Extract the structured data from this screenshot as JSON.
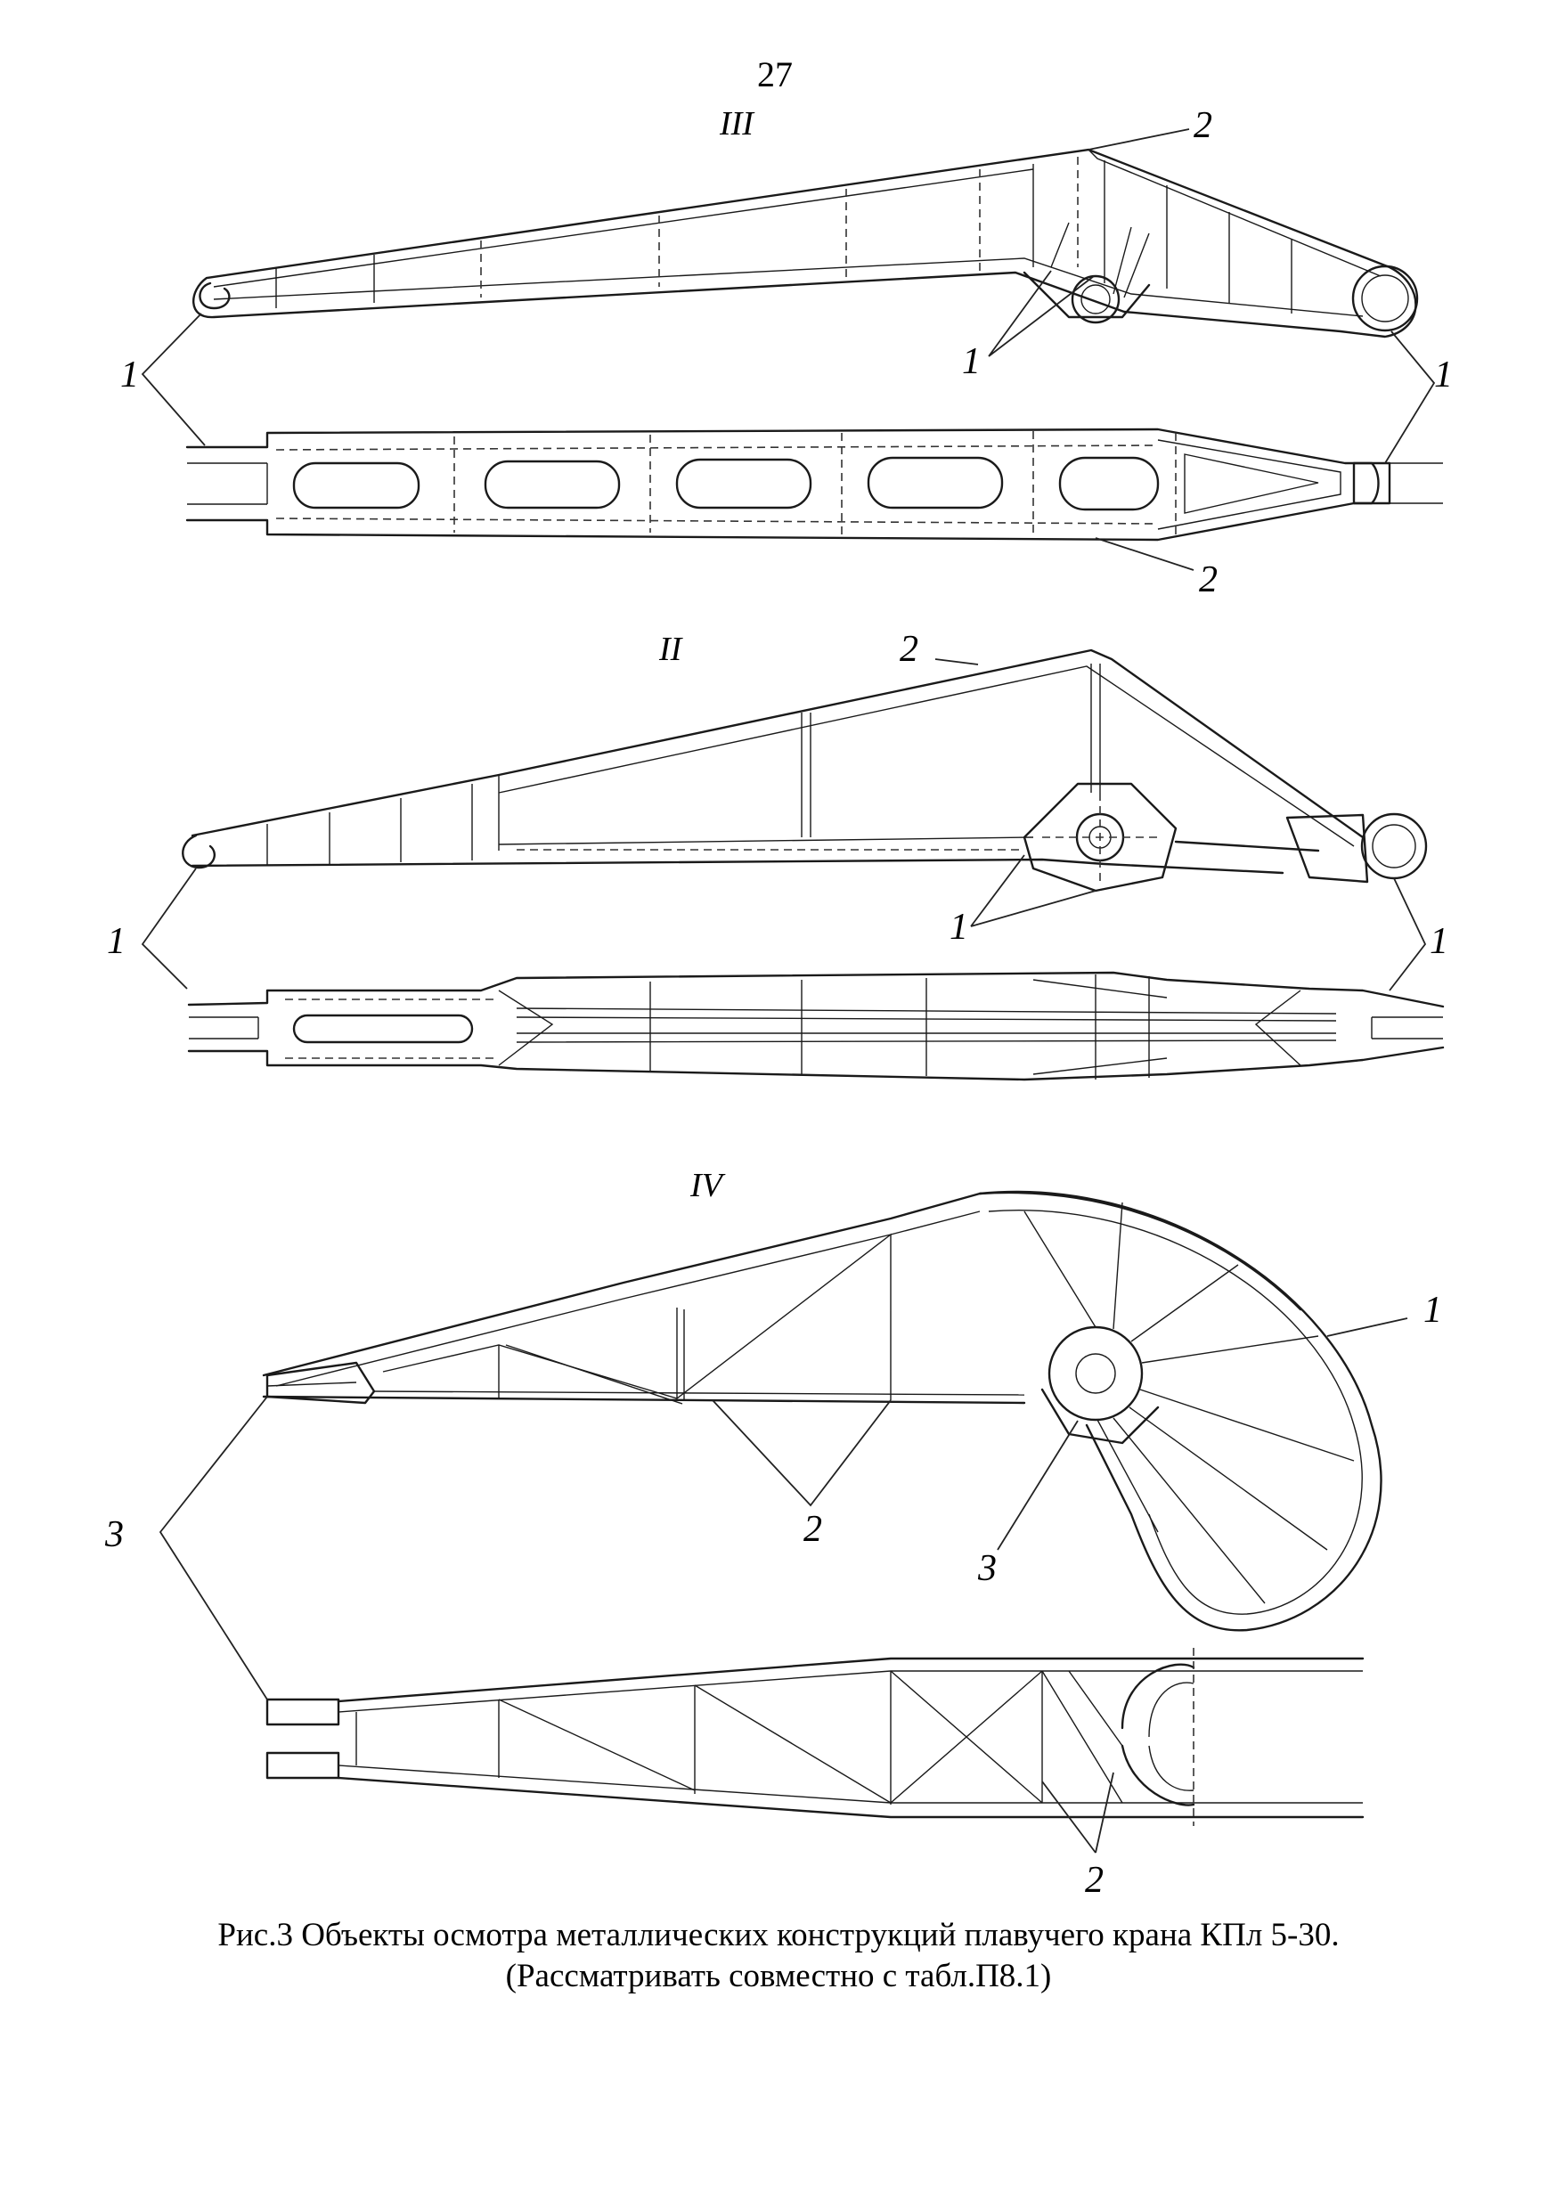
{
  "page_number": "27",
  "caption": {
    "line1": "Рис.3 Объекты осмотра металлических конструкций плавучего крана КПл 5-30.",
    "line2": "(Рассматривать совместно с табл.П8.1)"
  },
  "views": {
    "view3": {
      "label": "III",
      "callouts": {
        "top_2": "2",
        "side_left_1": "1",
        "side_mid_1": "1",
        "side_right_1": "1",
        "bottom_2": "2"
      }
    },
    "view2": {
      "label": "II",
      "callouts": {
        "top_2": "2",
        "left_1": "1",
        "mid_1": "1",
        "right_1": "1"
      }
    },
    "view4": {
      "label": "IV",
      "callouts": {
        "wheel_1": "1",
        "left_3": "3",
        "mid_2": "2",
        "hub_3": "3",
        "bottom_2": "2"
      }
    }
  }
}
